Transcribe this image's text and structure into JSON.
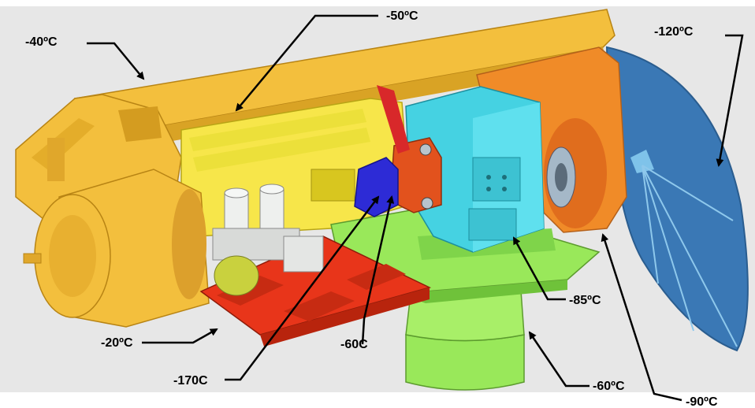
{
  "labels": {
    "minus40": "-40ºC",
    "minus50": "-50ºC",
    "minus120": "-120ºC",
    "minus85": "-85ºC",
    "minus20": "-20ºC",
    "minus170": "-170C",
    "minus60_mid": "-60C",
    "minus60_base": "-60ºC",
    "minus90": "-90ºC"
  },
  "colors": {
    "background": "#e7e7e7",
    "frame": "#f3bf3d",
    "frame_dark": "#c9931c",
    "cooler_plate": "#e8351a",
    "detector_mount": "#2d2bd6",
    "flange": "#e2521d",
    "instrument_box": "#45d2e2",
    "optics_bench": "#99e85a",
    "mirror_housing": "#f08b28",
    "reflector": "#3a78b5"
  }
}
